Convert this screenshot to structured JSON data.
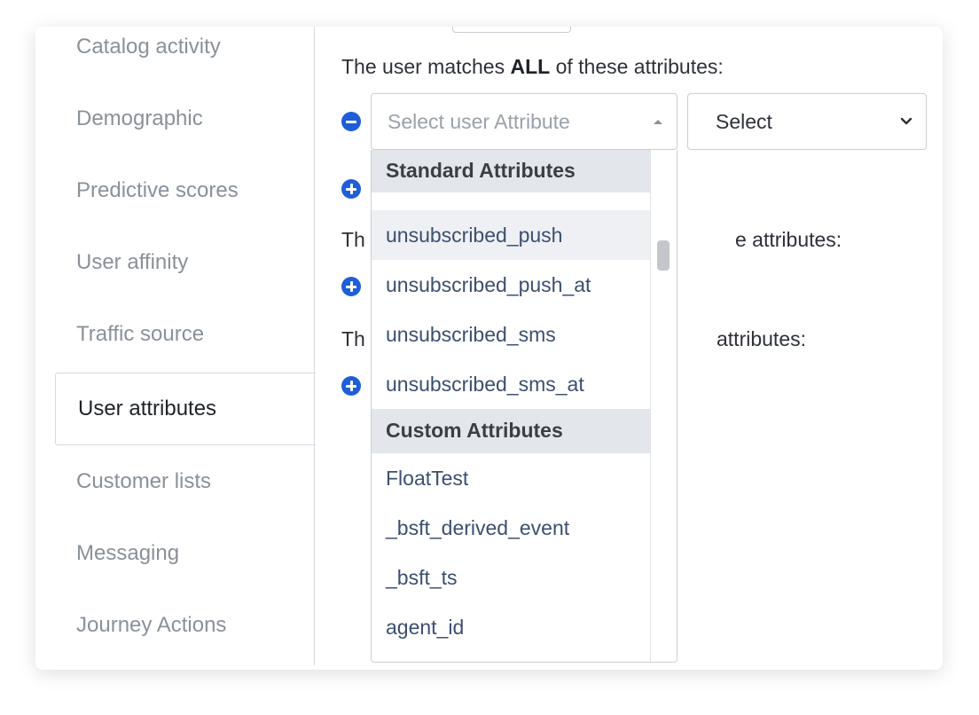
{
  "sidebar": {
    "items": [
      {
        "label": "Catalog activity"
      },
      {
        "label": "Demographic"
      },
      {
        "label": "Predictive scores"
      },
      {
        "label": "User affinity"
      },
      {
        "label": "Traffic source"
      },
      {
        "label": "User attributes",
        "active": true
      },
      {
        "label": "Customer lists"
      },
      {
        "label": "Messaging"
      },
      {
        "label": "Journey Actions"
      }
    ]
  },
  "rules": {
    "all": {
      "prefix": "The user matches ",
      "bold": "ALL",
      "suffix": " of these attributes:"
    },
    "second_visible_left": "Th",
    "second_visible_right": "e attributes:",
    "third_visible_left": "Th",
    "third_visible_right": "attributes:"
  },
  "attribute_select": {
    "placeholder": "Select user Attribute"
  },
  "operator_select": {
    "value": "Select"
  },
  "dropdown": {
    "groups": [
      {
        "label": "Standard Attributes"
      },
      {
        "label": "Custom Attributes"
      }
    ],
    "standard_options": [
      "unsubscribed_push",
      "unsubscribed_push_at",
      "unsubscribed_sms",
      "unsubscribed_sms_at"
    ],
    "custom_options": [
      "FloatTest",
      "_bsft_derived_event",
      "_bsft_ts",
      "agent_id"
    ]
  },
  "colors": {
    "accent": "#1e5fd8",
    "option_text": "#3c4f72",
    "group_bg": "#e3e6eb",
    "sidebar_text": "#8a9199"
  }
}
